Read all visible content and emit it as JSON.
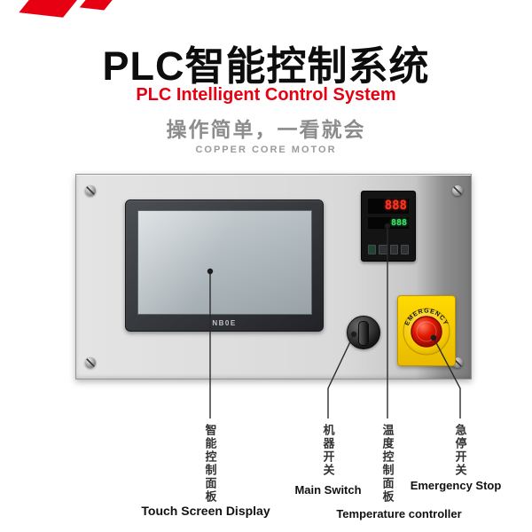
{
  "header": {
    "title": "PLC智能控制系统",
    "subtitle": "PLC Intelligent Control System",
    "tagline": "操作简单，一看就会",
    "motor_line": "COPPER CORE MOTOR"
  },
  "panel": {
    "screen_brand": "NB0E",
    "temp_controller": {
      "pv_value": "888",
      "sv_value": "888"
    },
    "estop_label": "EMERGENCY"
  },
  "callouts": [
    {
      "target": "touch-screen",
      "chinese": "智能控制面板",
      "english": "Touch Screen Display"
    },
    {
      "target": "main-switch",
      "chinese": "机器开关",
      "english": "Main Switch"
    },
    {
      "target": "temperature-controller",
      "chinese": "温度控制面板",
      "english": "Temperature controller"
    },
    {
      "target": "emergency-stop",
      "chinese": "急停开关",
      "english": "Emergency Stop"
    }
  ],
  "colors": {
    "accent_red": "#e60012",
    "panel_gray": "#d9d9d9",
    "estop_yellow": "#f6d100",
    "estop_button_red": "#d21000",
    "led_red": "#ff3522",
    "led_green": "#3fe06a"
  }
}
